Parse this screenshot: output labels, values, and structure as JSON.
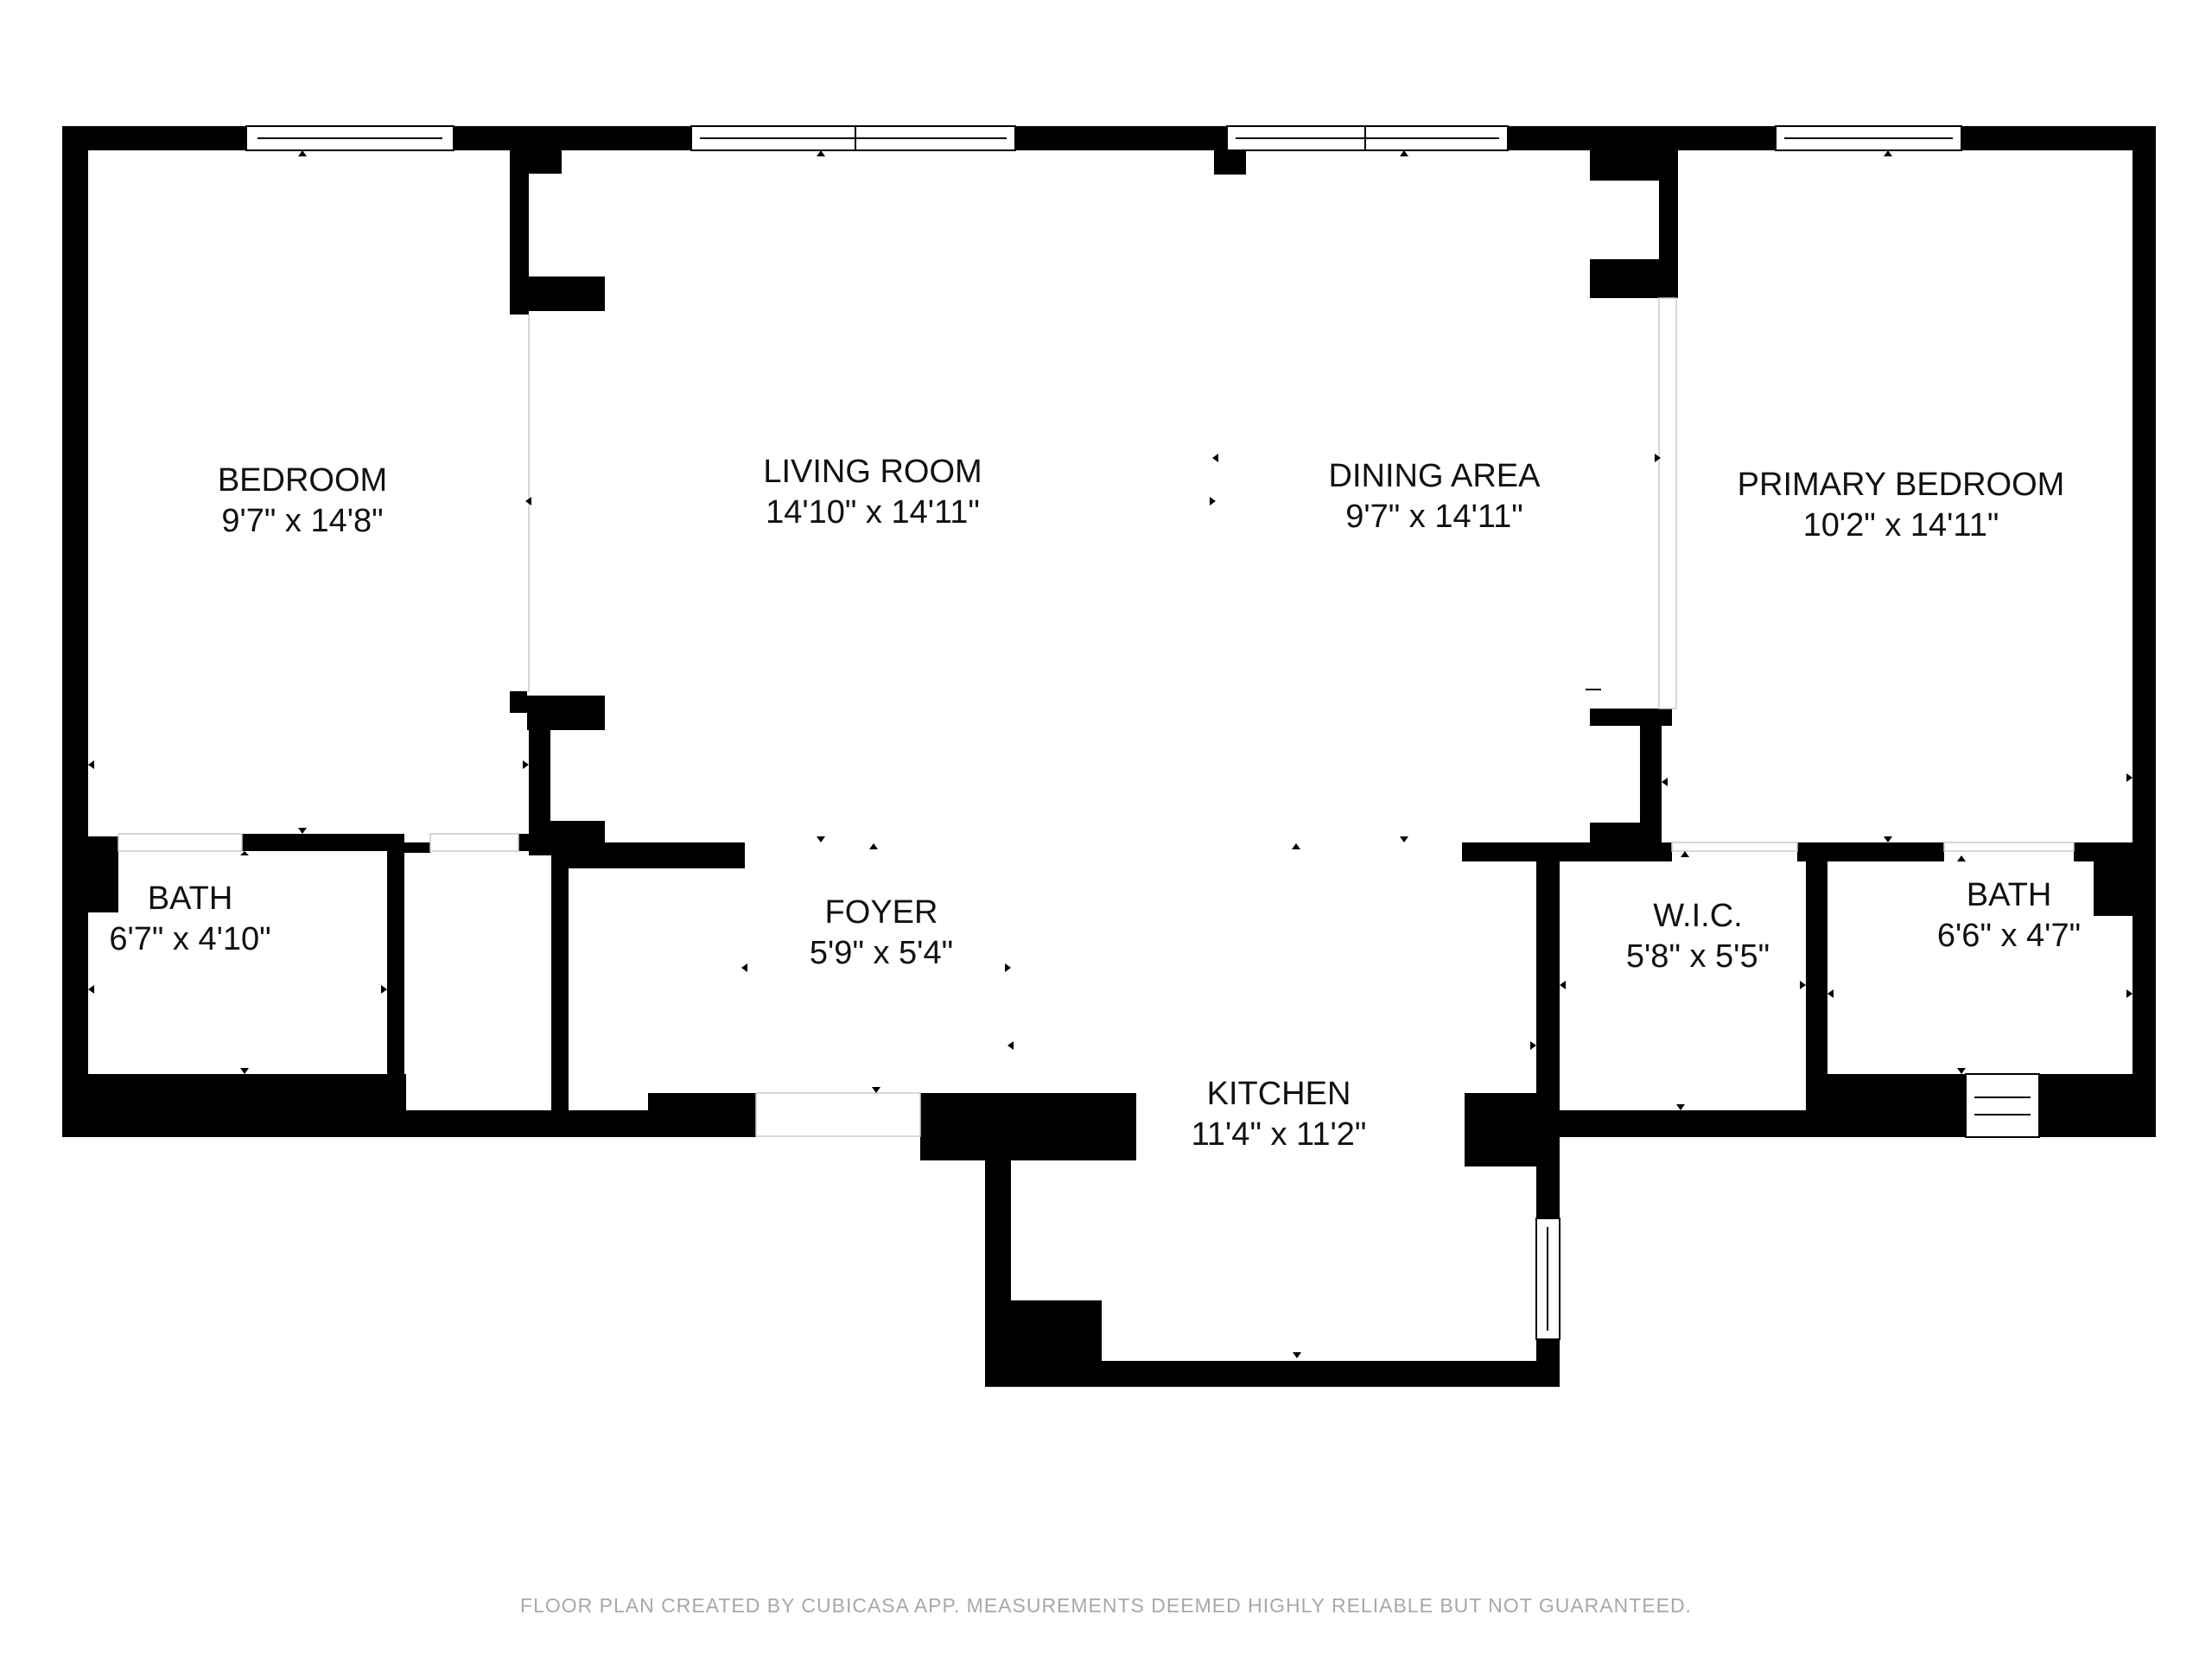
{
  "colors": {
    "wall": "#000000",
    "background": "#ffffff",
    "label": "#111111",
    "footer": "#a8a8a8"
  },
  "rooms": {
    "bedroom": {
      "name": "BEDROOM",
      "dims": "9'7\" x 14'8\""
    },
    "living_room": {
      "name": "LIVING ROOM",
      "dims": "14'10\" x 14'11\""
    },
    "dining_area": {
      "name": "DINING AREA",
      "dims": "9'7\" x 14'11\""
    },
    "primary_bedroom": {
      "name": "PRIMARY BEDROOM",
      "dims": "10'2\" x 14'11\""
    },
    "bath_left": {
      "name": "BATH",
      "dims": "6'7\" x 4'10\""
    },
    "foyer": {
      "name": "FOYER",
      "dims": "5'9\" x 5'4\""
    },
    "kitchen": {
      "name": "KITCHEN",
      "dims": "11'4\" x 11'2\""
    },
    "wic": {
      "name": "W.I.C.",
      "dims": "5'8\" x 5'5\""
    },
    "bath_right": {
      "name": "BATH",
      "dims": "6'6\" x 4'7\""
    }
  },
  "footer": {
    "text": "FLOOR PLAN CREATED BY CUBICASA APP. MEASUREMENTS DEEMED HIGHLY RELIABLE BUT NOT GUARANTEED."
  }
}
